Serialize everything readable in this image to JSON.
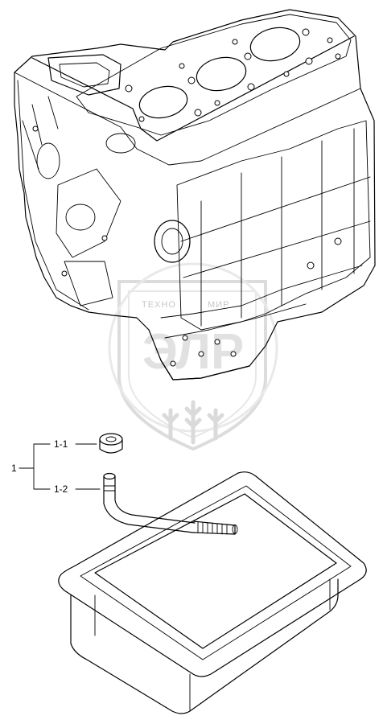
{
  "callouts": {
    "group": "1",
    "part_1_1": "1-1",
    "part_1_2": "1-2"
  },
  "watermark": {
    "top_left": "ТЕХНО",
    "top_right": "МИР",
    "main": "ЭЛР"
  }
}
